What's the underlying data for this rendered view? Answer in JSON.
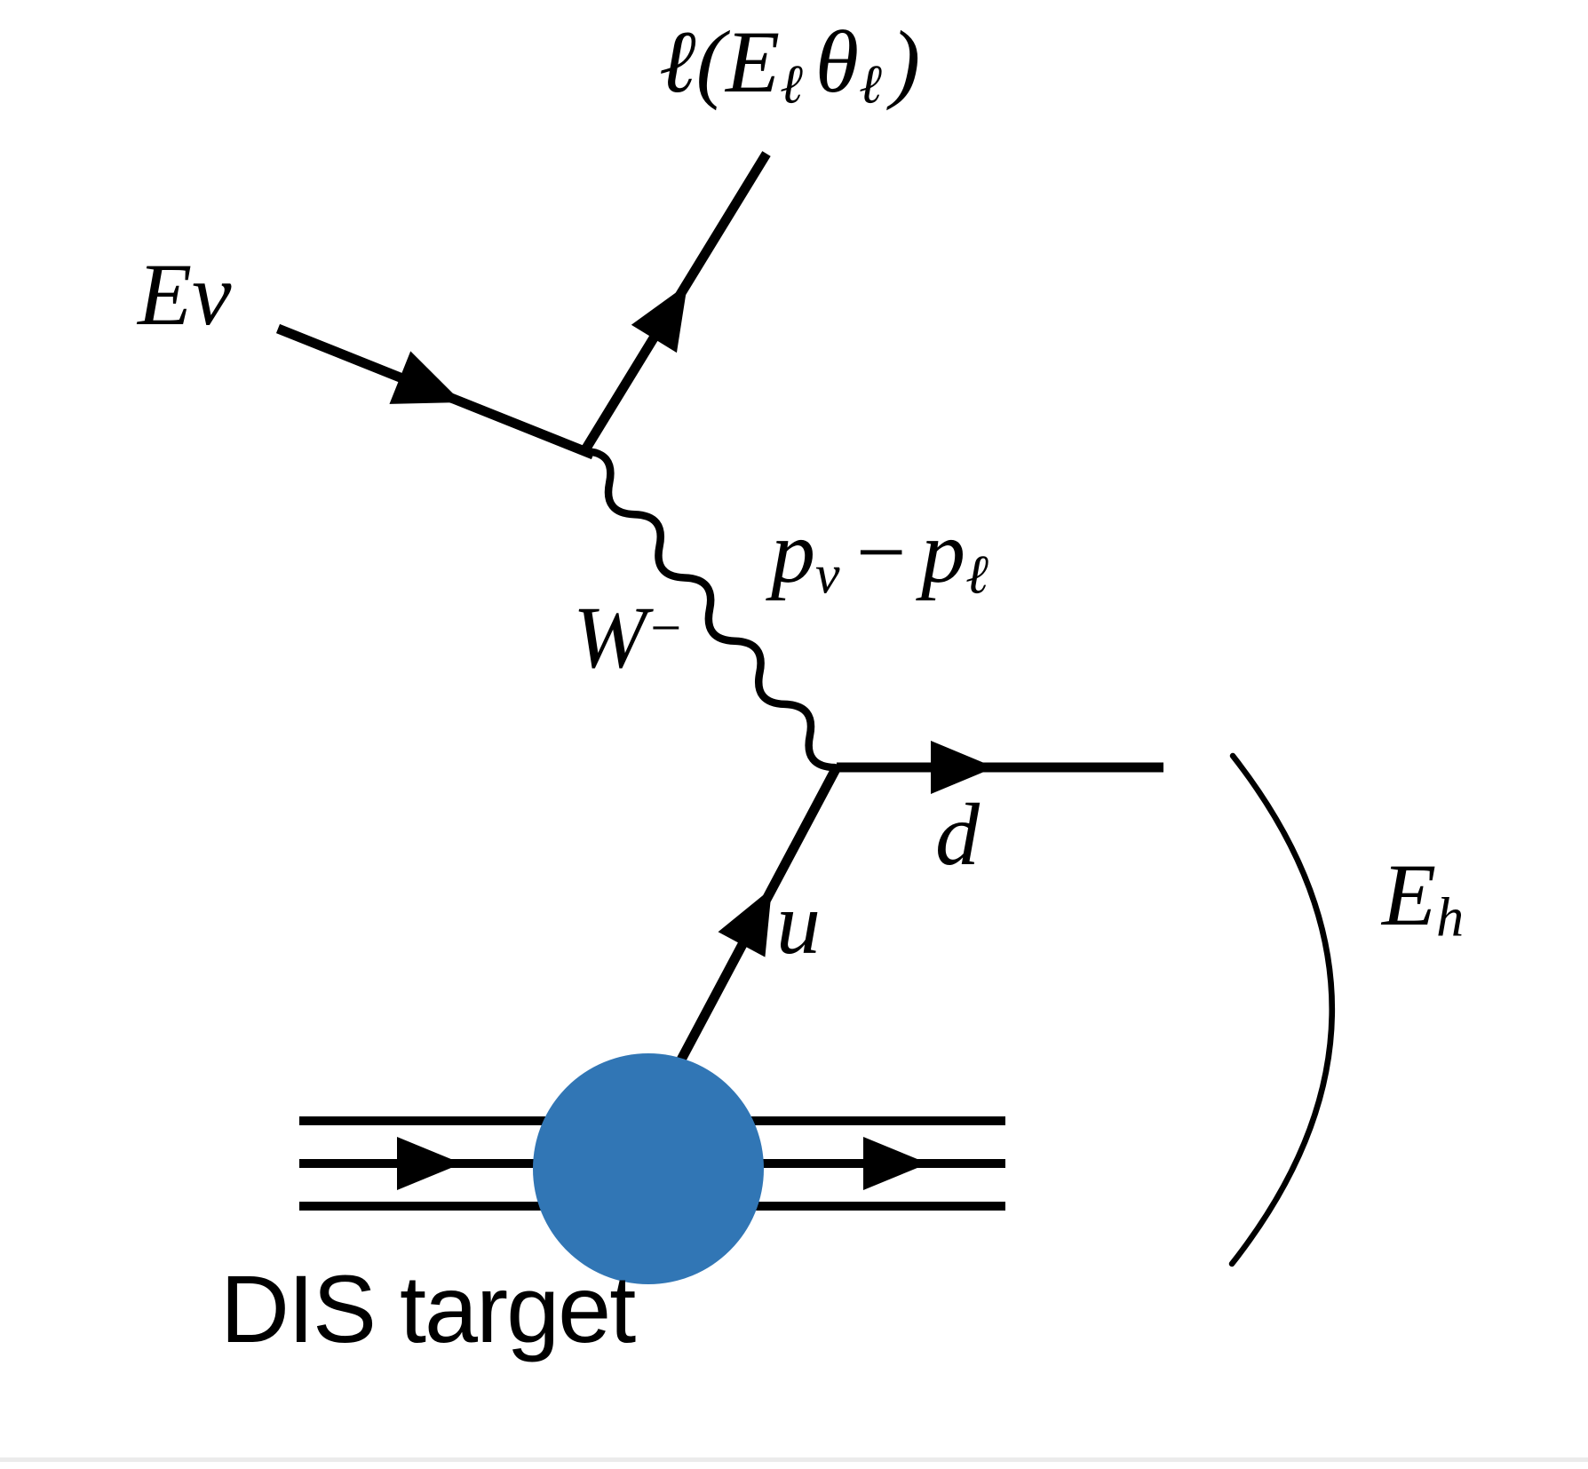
{
  "figure": {
    "background": "#ffffff",
    "ink": "#000000",
    "blob_color": "#3176b5",
    "bottom_edge_color": "#ebebeb"
  },
  "labels": {
    "outgoing_lepton": {
      "pre": "ℓ(E",
      "sub1": "ℓ",
      "theta": "θ",
      "sub2": "ℓ",
      "close": ")"
    },
    "neutrino_energy": "Eν",
    "w_boson": {
      "base": "W",
      "charge": "−"
    },
    "momentum_transfer": {
      "p1": "p",
      "sub1": "ν",
      "minus": "−",
      "p2": "p",
      "sub2": "ℓ"
    },
    "u_quark": "u",
    "d_quark": "d",
    "hadronic_energy": {
      "base": "E",
      "sub": "h"
    },
    "target": "DIS target"
  }
}
